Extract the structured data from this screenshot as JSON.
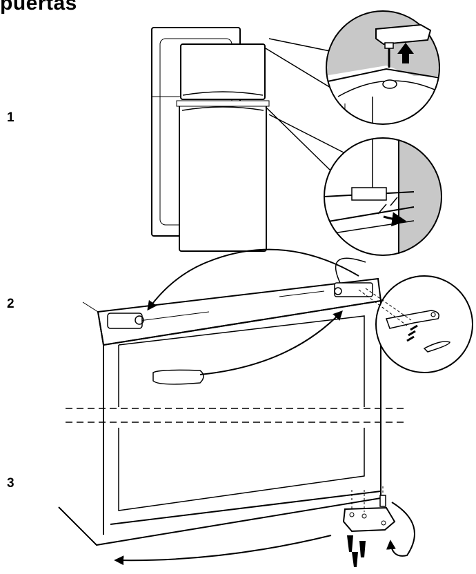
{
  "header": {
    "title": "puertas"
  },
  "steps": [
    {
      "number": "1"
    },
    {
      "number": "2"
    },
    {
      "number": "3"
    }
  ],
  "icons": [
    "screw-icon",
    "arrow-up-icon",
    "arrow-curved-icon",
    "hinge-bracket-icon"
  ],
  "colors": {
    "ink": "#000000",
    "shade": "#c8c8c8",
    "paper": "#ffffff"
  }
}
